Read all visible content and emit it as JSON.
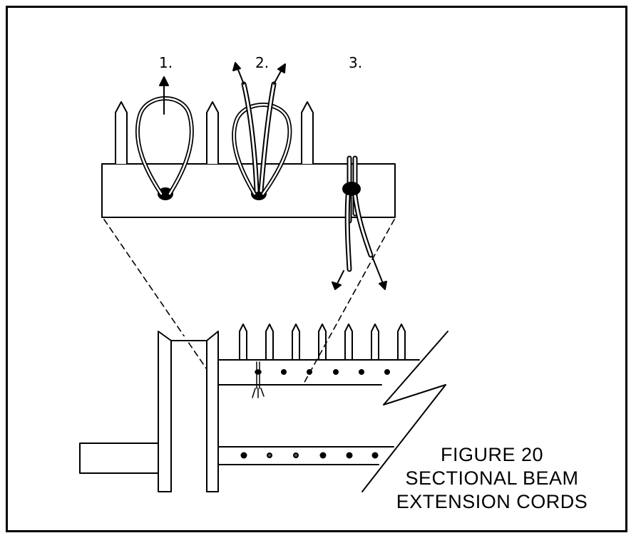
{
  "diagram": {
    "step_labels": [
      "1.",
      "2.",
      "3."
    ],
    "caption": {
      "line1": "FIGURE 20",
      "line2": "SECTIONAL BEAM",
      "line3": "EXTENSION CORDS"
    }
  }
}
